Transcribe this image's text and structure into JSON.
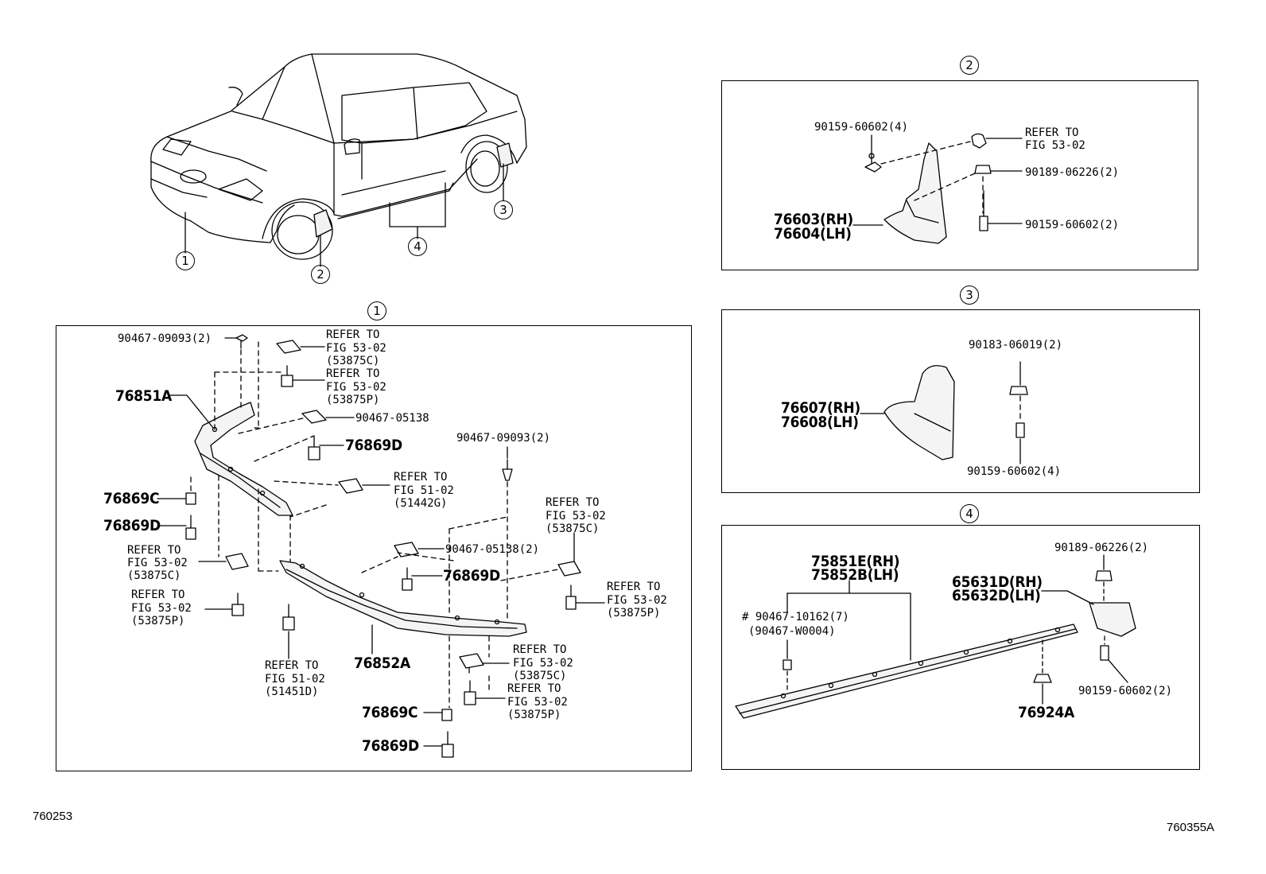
{
  "diagram_codes": {
    "left": "760253",
    "right": "760355A"
  },
  "callouts": {
    "one": "1",
    "two": "2",
    "three": "3",
    "four": "4"
  },
  "panel_2": {
    "refer_a": "REFER TO",
    "refer_b": "FIG 53-02",
    "bolt_top": "90159-60602(4)",
    "nut": "90189-06226(2)",
    "bolt_low": "90159-60602(2)",
    "flap_rh": "76603(RH)",
    "flap_lh": "76604(LH)"
  },
  "panel_3": {
    "clip": "90183-06019(2)",
    "bolt": "90159-60602(4)",
    "flap_rh": "76607(RH)",
    "flap_lh": "76608(LH)"
  },
  "panel_4": {
    "side_rh": "75851E(RH)",
    "side_lh": "75852B(LH)",
    "clip_a": "# 90467-10162(7)",
    "clip_b": "(90467-W0004)",
    "nut": "90189-06226(2)",
    "bracket_rh": "65631D(RH)",
    "bracket_lh": "65632D(LH)",
    "bolt": "90159-60602(2)",
    "grommet": "76924A"
  },
  "panel_1": {
    "clip_top": "90467-09093(2)",
    "refer1": [
      "REFER TO",
      "FIG 53-02",
      "(53875C)"
    ],
    "refer2": [
      "REFER TO",
      "FIG 53-02",
      "(53875P)"
    ],
    "p76851a": "76851A",
    "clip_05138": "90467-05138",
    "p76869d_a": "76869D",
    "clip_right": "90467-09093(2)",
    "refer3": [
      "REFER TO",
      "FIG 51-02",
      "(51442G)"
    ],
    "p76869c_a": "76869C",
    "p76869d_b": "76869D",
    "refer4": [
      "REFER TO",
      "FIG 53-02",
      "(53875C)"
    ],
    "clip_05138_2": "90467-05138(2)",
    "refer5": [
      "REFER TO",
      "FIG 53-02",
      "(53875C)"
    ],
    "p76869d_c": "76869D",
    "refer6": [
      "REFER TO",
      "FIG 53-02",
      "(53875P)"
    ],
    "refer7": [
      "REFER TO",
      "FIG 53-02",
      "(53875P)"
    ],
    "refer8": [
      "REFER TO",
      "FIG 51-02",
      "(51451D)"
    ],
    "p76852a": "76852A",
    "refer9": [
      "REFER TO",
      "FIG 53-02",
      "(53875C)"
    ],
    "refer10": [
      "REFER TO",
      "FIG 53-02",
      "(53875P)"
    ],
    "p76869c_b": "76869C",
    "p76869d_d": "76869D"
  }
}
